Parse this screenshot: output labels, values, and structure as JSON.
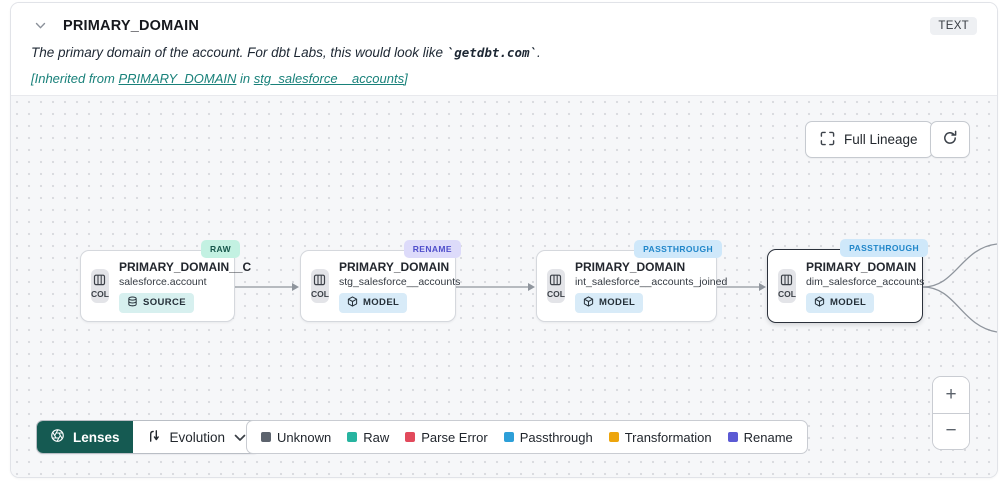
{
  "header": {
    "title": "PRIMARY_DOMAIN",
    "type_badge": "TEXT",
    "description_prefix": "The primary domain of the account. For dbt Labs, this would look like ",
    "description_code": "`getdbt.com`",
    "description_suffix": ".",
    "inherited_prefix": "[Inherited from ",
    "inherited_link1": "PRIMARY_DOMAIN",
    "inherited_middle": " in ",
    "inherited_link2": "stg_salesforce__accounts",
    "inherited_suffix": "]"
  },
  "toolbar": {
    "full_lineage_label": "Full Lineage"
  },
  "canvas": {
    "col_label": "COL",
    "nodes": [
      {
        "title": "PRIMARY_DOMAIN__C",
        "subtitle": "salesforce.account",
        "badge": "RAW",
        "type": "SOURCE",
        "selected": false
      },
      {
        "title": "PRIMARY_DOMAIN",
        "subtitle": "stg_salesforce__accounts",
        "badge": "RENAME",
        "type": "MODEL",
        "selected": false
      },
      {
        "title": "PRIMARY_DOMAIN",
        "subtitle": "int_salesforce__accounts_joined",
        "badge": "PASSTHROUGH",
        "type": "MODEL",
        "selected": false
      },
      {
        "title": "PRIMARY_DOMAIN",
        "subtitle": "dim_salesforce_accounts",
        "badge": "PASSTHROUGH",
        "type": "MODEL",
        "selected": true
      }
    ]
  },
  "footer": {
    "lenses_label": "Lenses",
    "lens_selected": "Evolution",
    "legend": [
      {
        "label": "Unknown",
        "color": "#5c636d"
      },
      {
        "label": "Raw",
        "color": "#27b4a0"
      },
      {
        "label": "Parse Error",
        "color": "#e24a5c"
      },
      {
        "label": "Passthrough",
        "color": "#2d9fd8"
      },
      {
        "label": "Transformation",
        "color": "#eda50c"
      },
      {
        "label": "Rename",
        "color": "#5b5ad4"
      }
    ]
  },
  "zoom_controls": {
    "zoom_in": "+",
    "zoom_out": "−"
  },
  "colors": {
    "accent_teal": "#19817a",
    "lenses_button_bg": "#155a52",
    "raw_badge_bg": "#c3f1e2",
    "rename_badge_bg": "#dddbfa",
    "passthrough_badge_bg": "#cfe8fa",
    "source_chip_bg": "#d7f0ef",
    "model_chip_bg": "#d8ebf8"
  },
  "icons": {
    "chevron-down": "collapse caret",
    "columns": "column chip glyph",
    "database": "source glyph",
    "cube": "model glyph",
    "expand": "full lineage corners",
    "refresh": "circular arrow",
    "aperture": "lenses glyph",
    "evolution": "up/down flow glyph",
    "plus": "+",
    "minus": "−"
  }
}
